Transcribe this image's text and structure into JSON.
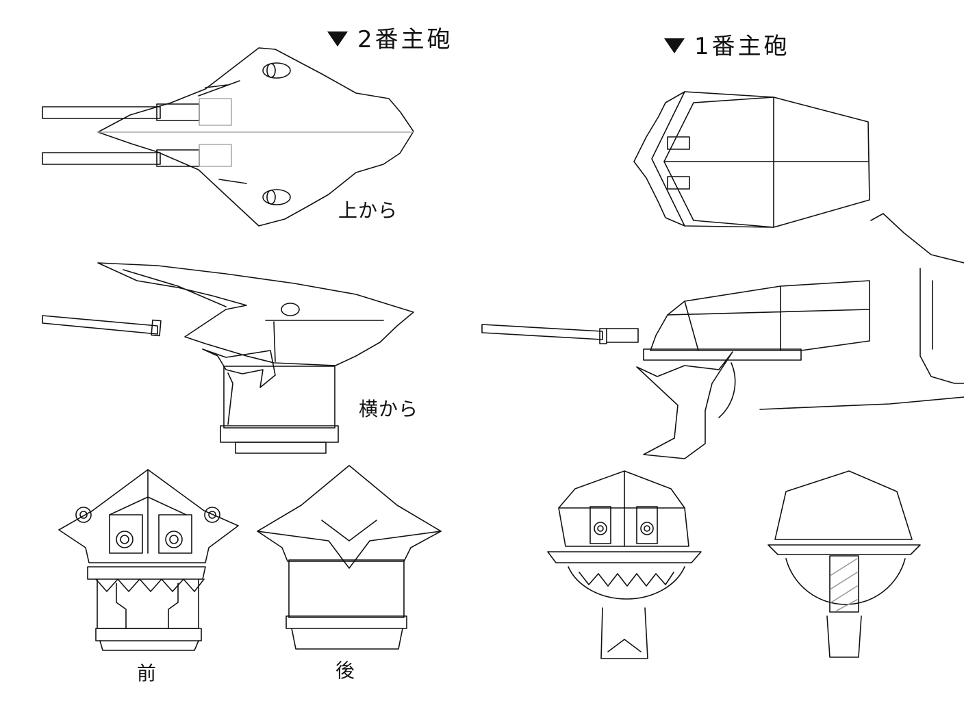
{
  "turret2": {
    "heading": "2番主砲",
    "views": {
      "top": "上から",
      "side": "横から",
      "front": "前",
      "back": "後"
    }
  },
  "turret1": {
    "heading": "1番主砲"
  },
  "colors": {
    "line": "#111111",
    "background": "#ffffff",
    "guide": "#9a9a9a"
  },
  "icons": {
    "heading_marker": "down-triangle-icon"
  }
}
